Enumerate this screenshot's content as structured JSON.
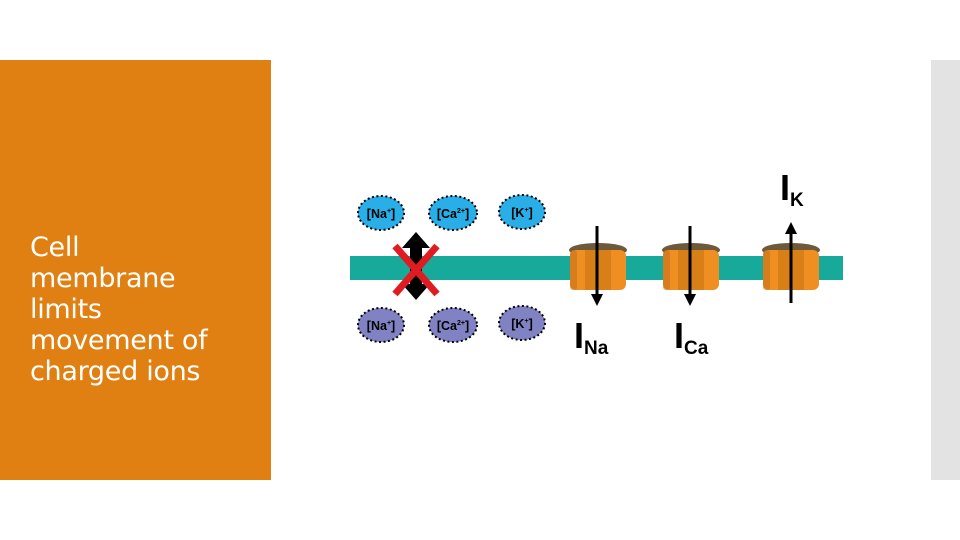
{
  "slide": {
    "title_lines": [
      "Cell",
      "membrane",
      "limits",
      "movement of",
      "charged ions"
    ],
    "colors": {
      "accent_panel": "#e07f12",
      "side_panel": "#e3e3e3",
      "membrane": "#17a99a",
      "ion_outside": "#2aaee8",
      "ion_inside": "#8182c4",
      "channel": "#ef8f22",
      "blocked_mark": "#e11b22"
    }
  },
  "diagram": {
    "ions_outside": {
      "na": {
        "base": "[Na",
        "sup": "+",
        "close": "]"
      },
      "ca": {
        "base": "[Ca",
        "sup": "2+",
        "close": "]"
      },
      "k": {
        "base": "[K",
        "sup": "+",
        "close": "]"
      }
    },
    "ions_inside": {
      "na": {
        "base": "[Na",
        "sup": "+",
        "close": "]"
      },
      "ca": {
        "base": "[Ca",
        "sup": "2+",
        "close": "]"
      },
      "k": {
        "base": "[K",
        "sup": "+",
        "close": "]"
      }
    },
    "currents": {
      "na": {
        "main": "I",
        "sub": "Na",
        "direction": "inward"
      },
      "ca": {
        "main": "I",
        "sub": "Ca",
        "direction": "inward"
      },
      "k": {
        "main": "I",
        "sub": "K",
        "direction": "outward"
      }
    },
    "blocked_icon": "red-x-icon"
  }
}
